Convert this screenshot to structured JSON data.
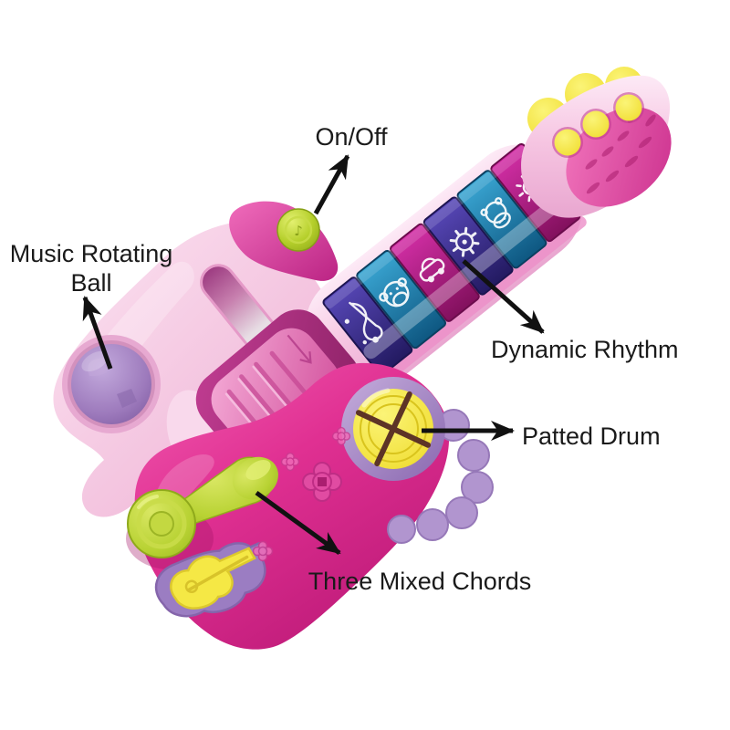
{
  "scene": {
    "background": "#ffffff",
    "subject": "pink toy guitar with annotated feature callouts"
  },
  "annotations": {
    "on_off": {
      "label": "On/Off"
    },
    "music_rotating_ball": {
      "label_line1": "Music Rotating",
      "label_line2": "Ball"
    },
    "dynamic_rhythm": {
      "label": "Dynamic Rhythm"
    },
    "patted_drum": {
      "label": "Patted Drum"
    },
    "three_mixed_chords": {
      "label": "Three Mixed Chords"
    }
  },
  "toy": {
    "parts": [
      "on-off-button",
      "music-rotating-ball",
      "dynamic-rhythm-keys",
      "patted-drum",
      "three-mixed-chords-lever",
      "strummer-grip",
      "carry-handle-cutout",
      "headstock-buttons",
      "tuning-bumps",
      "guitar-emboss",
      "flower-button"
    ],
    "rhythm_key_icons": [
      "treble-clef-icon",
      "monkey-face-icon",
      "car-icon",
      "gear-icon",
      "hippo-face-icon",
      "sun-icon"
    ]
  },
  "palette": {
    "body_pink": "#f3c2de",
    "body_magenta": "#e03092",
    "neck_pink": "#f6c6e2",
    "headstock_pink": "#e055a8",
    "key_indigo": "#3b2c96",
    "key_teal": "#2088bd",
    "key_magenta": "#bd1f8e",
    "button_green": "#b5cf2b",
    "accent_yellow": "#f2e13e",
    "ball_purple": "#9d7abc",
    "trim_purple": "#ab8ecb",
    "drum_cross_brown": "#5d3426",
    "annotation_black": "#111111"
  }
}
